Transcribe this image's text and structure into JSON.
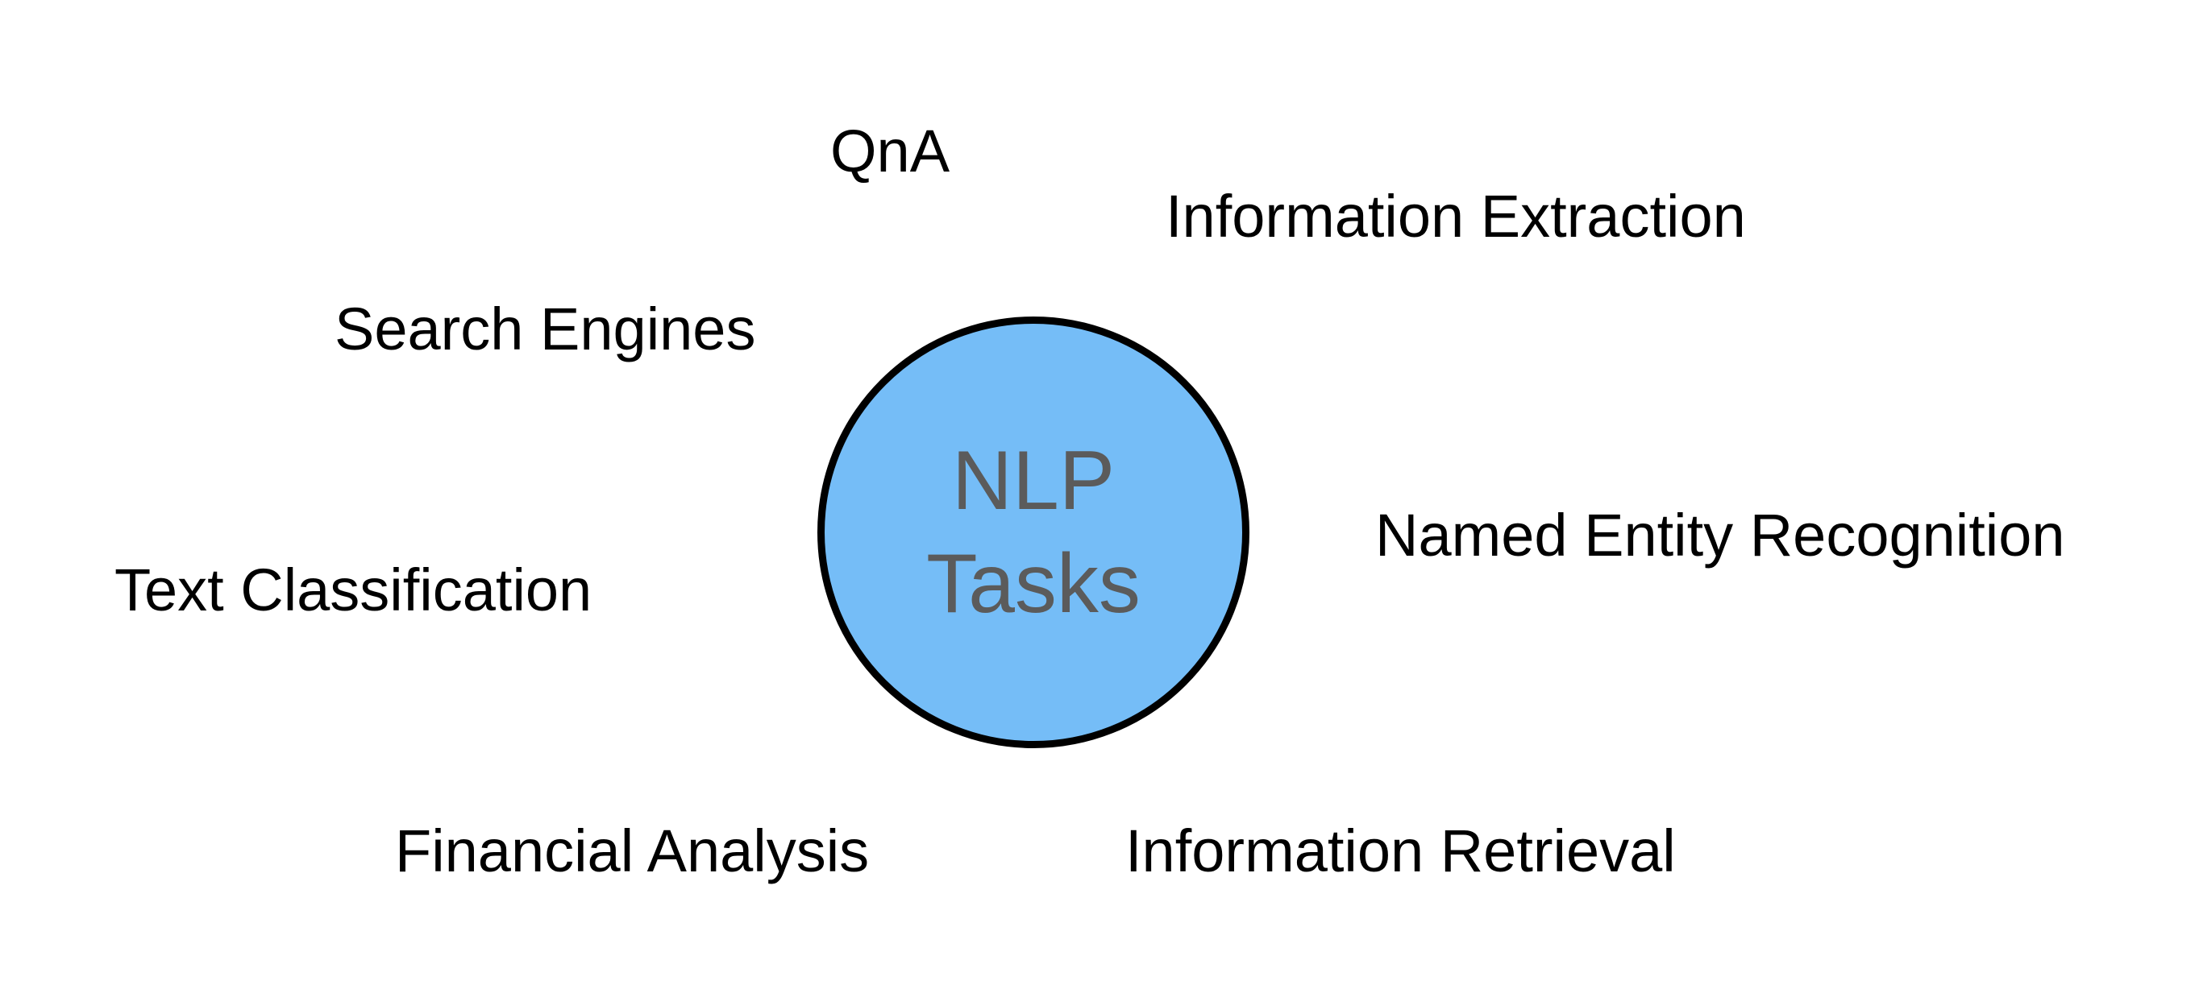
{
  "center": {
    "line1": "NLP",
    "line2": "Tasks",
    "fill_color": "#75BDF7",
    "border_color": "#000000",
    "text_color": "#5B5B5B"
  },
  "tasks": [
    "QnA",
    "Information Extraction",
    "Search Engines",
    "Named Entity Recognition",
    "Text Classification",
    "Financial Analysis",
    "Information Retrieval"
  ],
  "label_color": "#000000"
}
